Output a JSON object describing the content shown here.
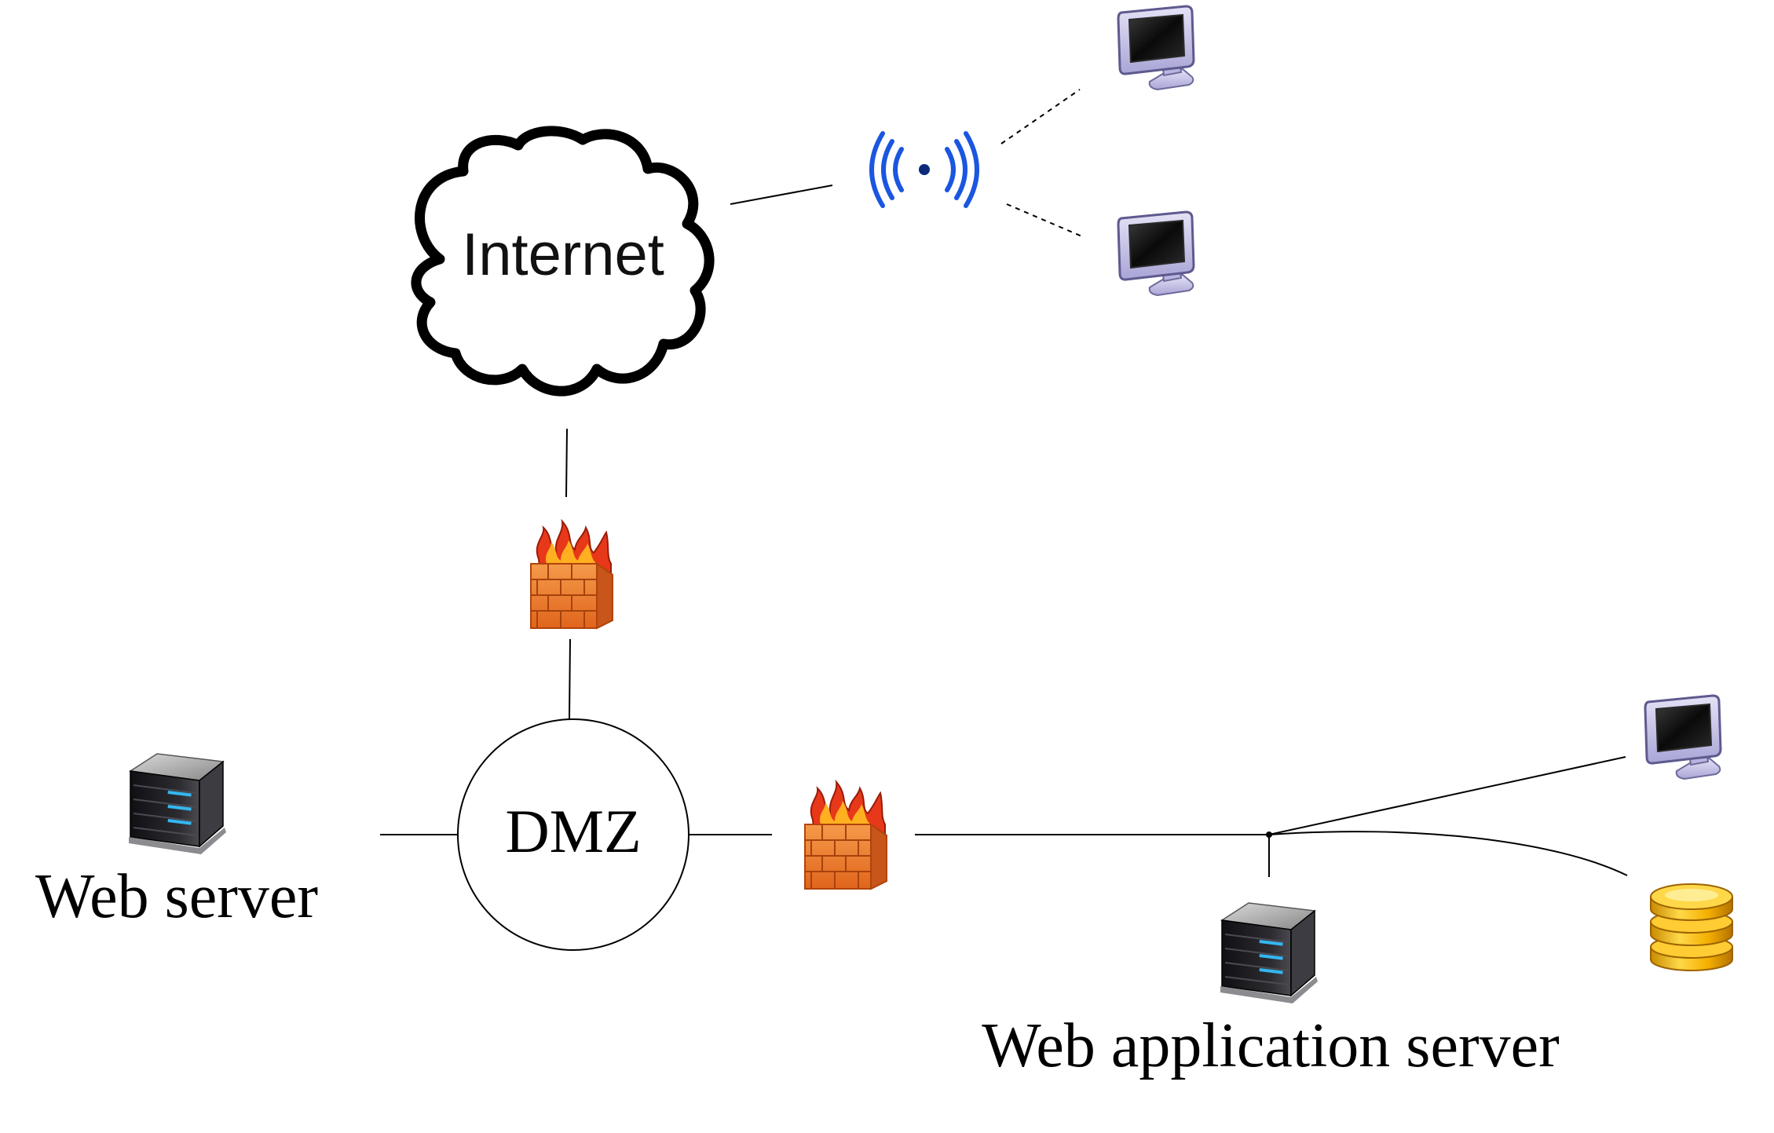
{
  "diagram": {
    "internet_label": "Internet",
    "dmz_label": "DMZ",
    "web_server_label": "Web server",
    "web_app_server_label": "Web application server"
  },
  "colors": {
    "line": "#000000",
    "wifi": "#1a56e0",
    "firewall_brick": "#f07a2a",
    "firewall_flame": "#e23a12",
    "monitor_body": "#c9c6e8",
    "server_body": "#1f1f24",
    "server_light": "#35b6f0",
    "database": "#f0b400"
  },
  "icons": {
    "cloud": "cloud-icon",
    "wireless": "wireless-access-point-icon",
    "monitor": "monitor-icon",
    "firewall": "firewall-icon",
    "server": "server-icon",
    "database": "database-icon"
  }
}
